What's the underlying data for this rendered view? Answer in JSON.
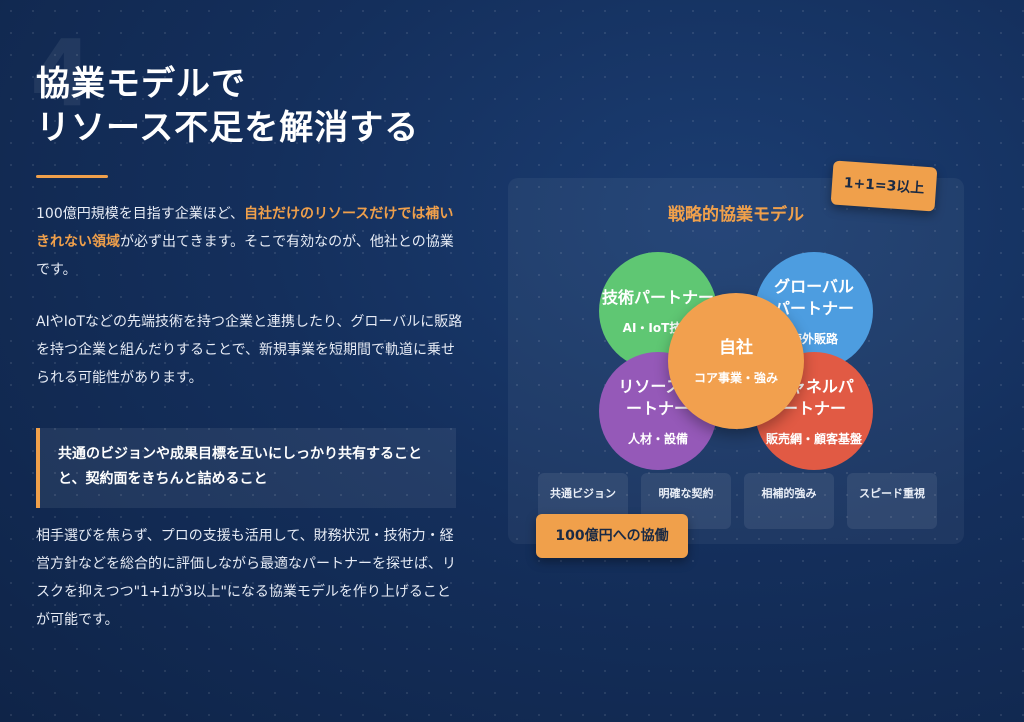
{
  "section_number": "4",
  "title": {
    "line1": "協業モデルで",
    "line2": "リソース不足を解消する"
  },
  "paragraph1": {
    "before": "100億円規模を目指す企業ほど、",
    "highlight": "自社だけのリソースだけでは補いきれない領域",
    "after": "が必ず出てきます。そこで有効なのが、他社との協業です。"
  },
  "paragraph2": "AIやIoTなどの先端技術を持つ企業と連携したり、グローバルに販路を持つ企業と組んだりすることで、新規事業を短期間で軌道に乗せられる可能性があります。",
  "callout": "共通のビジョンや成果目標を互いにしっかり共有することと、契約面をきちんと詰めること",
  "paragraph3": "相手選びを焦らず、プロの支援も活用して、財務状況・技術力・経営方針などを総合的に評価しながら最適なパートナーを探せば、リスクを抑えつつ\"1+1が3以上\"になる協業モデルを作り上げることが可能です。",
  "diagram": {
    "title": "戦略的協業モデル",
    "badge_top": "1+1=3以上",
    "badge_bottom": "100億円への協働",
    "center": {
      "title": "自社",
      "sub": "コア事業・強み"
    },
    "partners": [
      {
        "title": "技術パートナー",
        "sub": "AI・IoT技術"
      },
      {
        "title": "グローバルパートナー",
        "sub": "海外販路"
      },
      {
        "title": "リソースパートナー",
        "sub": "人材・設備"
      },
      {
        "title": "チャネルパートナー",
        "sub": "販売網・顧客基盤"
      }
    ],
    "features": [
      "共通ビジョン",
      "明確な契約",
      "相補的強み",
      "スピード重視"
    ]
  },
  "colors": {
    "accent": "#f0a04b",
    "tech": "#5fc773",
    "global": "#4d9de0",
    "resource": "#9559b8",
    "channel": "#e15a44",
    "self": "#f2a04e"
  }
}
